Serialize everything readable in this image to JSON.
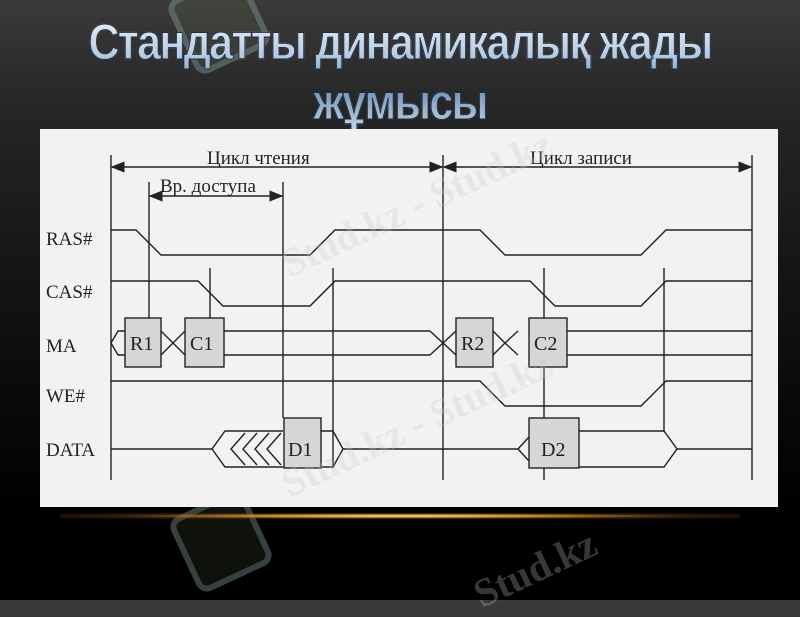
{
  "slide": {
    "title": "Стандатты динамикалық жады жұмысы",
    "colors": {
      "title_fill_top": "#eef4fb",
      "title_fill_mid": "#6f8fb3",
      "panel_bg": "#f2f2f2",
      "line": "#222222",
      "box_fill": "#d6d6d6",
      "glow": "#c88a2a"
    }
  },
  "diagram": {
    "cycles": {
      "read_label": "Цикл  чтения",
      "write_label": "Цикл  записи",
      "access_time_label": "Вр.  доступа"
    },
    "signals": [
      {
        "name": "RAS#"
      },
      {
        "name": "CAS#"
      },
      {
        "name": "MA"
      },
      {
        "name": "WE#"
      },
      {
        "name": "DATA"
      }
    ],
    "boxes": {
      "r1": "R1",
      "c1": "C1",
      "r2": "R2",
      "c2": "C2",
      "d1": "D1",
      "d2": "D2"
    }
  },
  "watermarks": {
    "text1": "Stud.kz - Stud.kz",
    "text2": "Stud.kz - Stud.kz",
    "text3": "Stud.kz"
  }
}
